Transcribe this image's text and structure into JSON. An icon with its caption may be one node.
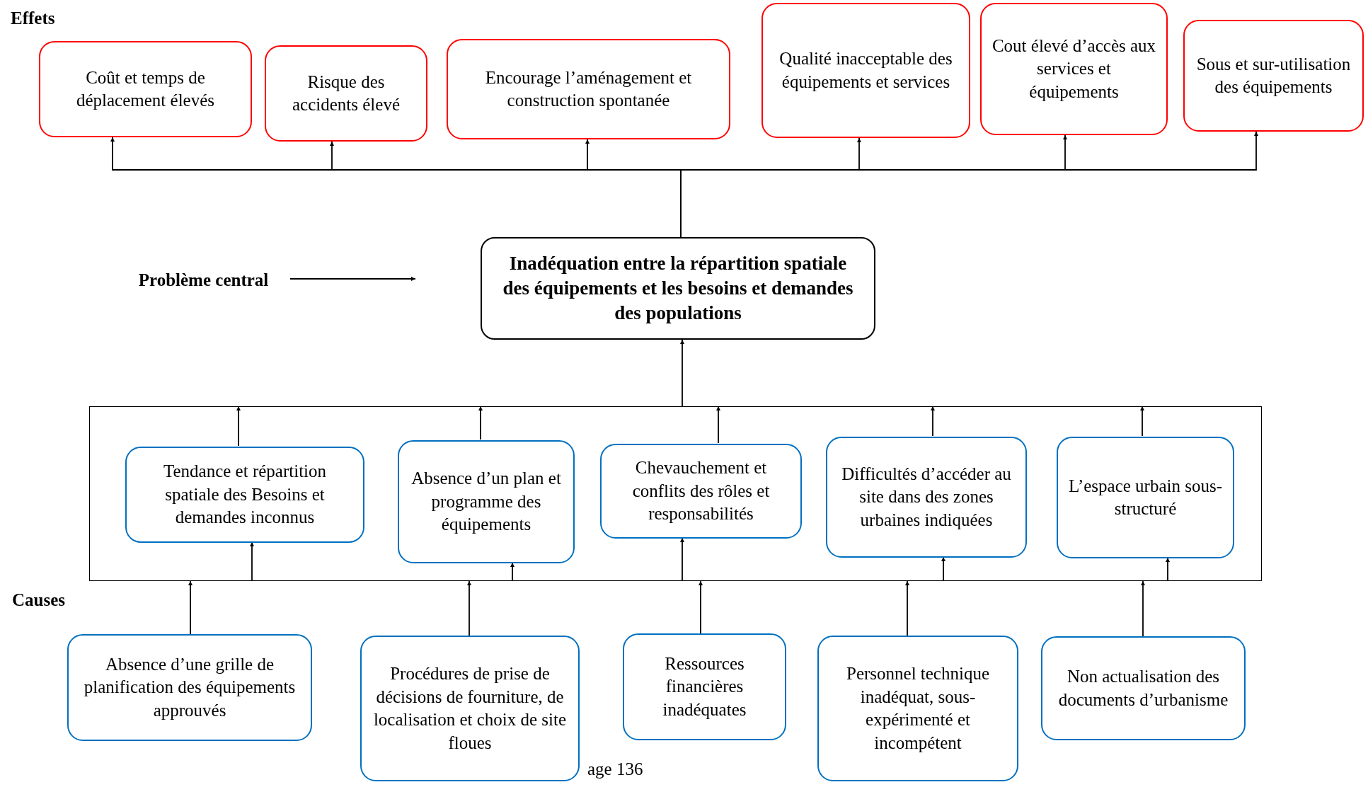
{
  "diagram": {
    "nodes": [
      {
        "text": [
          "Coût et temps de déplacement élevés"
        ]
      },
      {
        "text": [
          "Risque des accidents élevé"
        ]
      },
      {
        "text": [
          "Encourage l’aménagement et construction spontanée"
        ]
      },
      {
        "text": [
          "Qualité inacceptable des équipements et services"
        ]
      },
      {
        "text": [
          "Cout élevé d’accès aux services et équipements"
        ]
      },
      {
        "text": [
          "Sous et sur-utilisation des équipements"
        ]
      },
      {
        "text": [
          "Problème central"
        ]
      },
      {
        "text": [
          "Inadéquation entre la répartition spatiale des équipements et les besoins et demandes des populations"
        ]
      },
      {
        "text": [],
        "shape": "box"
      },
      {
        "text": [
          "Tendance et répartition spatiale des Besoins et demandes inconnus"
        ],
        "in": 8
      },
      {
        "text": [
          "Absence d’un plan et programme des équipements"
        ],
        "in": 8
      },
      {
        "text": [
          "Chevauchement et conflits des rôles et responsabilités"
        ],
        "in": 8
      },
      {
        "text": [
          "Difficultés d’accéder au site dans des zones urbaines indiquées"
        ],
        "in": 8
      },
      {
        "text": [
          "L’espace urbain sous-structuré"
        ],
        "in": 8
      },
      {
        "text": [
          "Absence d’une grille de planification des équipements approuvés"
        ]
      },
      {
        "text": [
          "Procédures de prise de décisions de fourniture, de localisation et choix de site floues"
        ]
      },
      {
        "text": [
          "Ressources financières inadéquates"
        ]
      },
      {
        "text": [
          "Personnel technique inadéquat, sous-expérimenté et incompétent"
        ]
      },
      {
        "text": [
          "Non actualisation des documents d’urbanisme"
        ]
      }
    ],
    "edges": [
      {
        "from": 7,
        "to": 0,
        "arrow": "to"
      },
      {
        "from": 7,
        "to": 1,
        "arrow": "to"
      },
      {
        "from": 7,
        "to": 2,
        "arrow": "to"
      },
      {
        "from": 7,
        "to": 3,
        "arrow": "to"
      },
      {
        "from": 7,
        "to": 4,
        "arrow": "to"
      },
      {
        "from": 7,
        "to": 5,
        "arrow": "to"
      },
      {
        "from": 6,
        "to": null,
        "arrow": "to"
      },
      {
        "from": 8,
        "to": 7,
        "arrow": "to"
      },
      {
        "from": 9,
        "to": 8,
        "arrow": "to"
      },
      {
        "from": 10,
        "to": 8,
        "arrow": "to"
      },
      {
        "from": 11,
        "to": 8,
        "arrow": "to"
      },
      {
        "from": 12,
        "to": 8,
        "arrow": "to"
      },
      {
        "from": 13,
        "to": 8,
        "arrow": "to"
      },
      {
        "from": 8,
        "to": 9,
        "arrow": "to"
      },
      {
        "from": 8,
        "to": 10,
        "arrow": "to"
      },
      {
        "from": 8,
        "to": 11,
        "arrow": "to"
      },
      {
        "from": 8,
        "to": 12,
        "arrow": "to"
      },
      {
        "from": 8,
        "to": 13,
        "arrow": "to"
      },
      {
        "from": 14,
        "to": 8,
        "arrow": "to"
      },
      {
        "from": 15,
        "to": 8,
        "arrow": "to"
      },
      {
        "from": 16,
        "to": 8,
        "arrow": "to"
      },
      {
        "from": 17,
        "to": 8,
        "arrow": "to"
      },
      {
        "from": 18,
        "to": 8,
        "arrow": "to"
      }
    ],
    "labels": [
      "Effets",
      "Causes",
      "age 136"
    ]
  }
}
